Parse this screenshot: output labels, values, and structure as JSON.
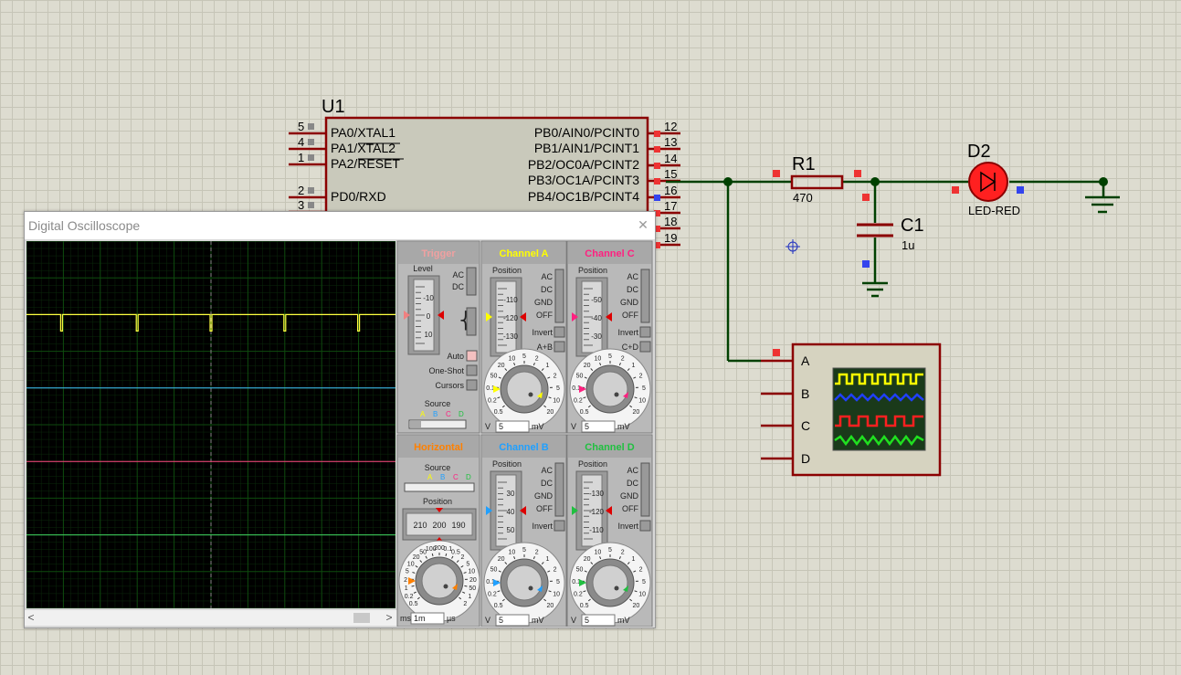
{
  "schematic": {
    "u1": {
      "ref": "U1",
      "left_pins": [
        {
          "num": "5",
          "name": "PA0/XTAL1"
        },
        {
          "num": "4",
          "name": "PA1/XTAL2"
        },
        {
          "num": "1",
          "name": "PA2/RESET"
        },
        {
          "num": "2",
          "name": "PD0/RXD"
        },
        {
          "num": "3",
          "name": ""
        }
      ],
      "right_pins": [
        {
          "num": "12",
          "name": "PB0/AIN0/PCINT0"
        },
        {
          "num": "13",
          "name": "PB1/AIN1/PCINT1"
        },
        {
          "num": "14",
          "name": "PB2/OC0A/PCINT2"
        },
        {
          "num": "15",
          "name": "PB3/OC1A/PCINT3"
        },
        {
          "num": "16",
          "name": "PB4/OC1B/PCINT4"
        },
        {
          "num": "17",
          "name": ""
        },
        {
          "num": "18",
          "name": ""
        },
        {
          "num": "19",
          "name": ""
        }
      ]
    },
    "r1": {
      "ref": "R1",
      "value": "470"
    },
    "c1": {
      "ref": "C1",
      "value": "1u"
    },
    "d2": {
      "ref": "D2",
      "value": "LED-RED"
    },
    "scope_inputs": [
      "A",
      "B",
      "C",
      "D"
    ],
    "colors": {
      "wire": "#004000",
      "component": "#8b0000",
      "led": "#ff2020"
    }
  },
  "oscilloscope": {
    "title": "Digital Oscilloscope",
    "close_icon": "close-icon",
    "trigger": {
      "header": "Trigger",
      "level_label": "Level",
      "level_ticks": [
        "-10",
        "0",
        "10"
      ],
      "ac": "AC",
      "dc": "DC",
      "auto": "Auto",
      "one_shot": "One-Shot",
      "cursors": "Cursors",
      "source_label": "Source",
      "source_letters": [
        "A",
        "B",
        "C",
        "D"
      ]
    },
    "horizontal": {
      "header": "Horizontal",
      "source_label": "Source",
      "source_letters": [
        "A",
        "B",
        "C",
        "D"
      ],
      "position_label": "Position",
      "position_ticks": [
        "210",
        "200",
        "190"
      ],
      "dial_ticks": [
        "0.5",
        "0.2",
        "1",
        "2",
        "5",
        "10",
        "20",
        "50",
        "100",
        "200",
        "0.1",
        "0.5",
        "2",
        "5",
        "10",
        "20",
        "50",
        "1",
        "2"
      ],
      "unit_left": "ms",
      "value": "1m",
      "unit_right": "µs"
    },
    "channels": [
      {
        "key": "a",
        "header": "Channel A",
        "color": "#ffff00",
        "position_label": "Position",
        "ticks": [
          "-110",
          "-120",
          "-130"
        ],
        "ac": "AC",
        "dc": "DC",
        "gnd": "GND",
        "off": "OFF",
        "invert": "Invert",
        "combo": "A+B",
        "dial_ticks": [
          "0.5",
          "0.2",
          "0.1",
          "50",
          "20",
          "10",
          "5",
          "2",
          "1",
          "2",
          "5",
          "10",
          "20"
        ],
        "unit_left": "V",
        "value": "5",
        "unit_right": "mV"
      },
      {
        "key": "c",
        "header": "Channel C",
        "color": "#ff2080",
        "position_label": "Position",
        "ticks": [
          "-50",
          "-40",
          "-30"
        ],
        "ac": "AC",
        "dc": "DC",
        "gnd": "GND",
        "off": "OFF",
        "invert": "Invert",
        "combo": "C+D",
        "dial_ticks": [
          "0.5",
          "0.2",
          "0.1",
          "50",
          "20",
          "10",
          "5",
          "2",
          "1",
          "2",
          "5",
          "10",
          "20"
        ],
        "unit_left": "V",
        "value": "5",
        "unit_right": "mV"
      },
      {
        "key": "b",
        "header": "Channel B",
        "color": "#20a0ff",
        "position_label": "Position",
        "ticks": [
          "30",
          "40",
          "50"
        ],
        "ac": "AC",
        "dc": "DC",
        "gnd": "GND",
        "off": "OFF",
        "invert": "Invert",
        "combo": "",
        "dial_ticks": [
          "0.5",
          "0.2",
          "0.1",
          "50",
          "20",
          "10",
          "5",
          "2",
          "1",
          "2",
          "5",
          "10",
          "20"
        ],
        "unit_left": "V",
        "value": "5",
        "unit_right": "mV"
      },
      {
        "key": "d",
        "header": "Channel D",
        "color": "#20c040",
        "position_label": "Position",
        "ticks": [
          "-130",
          "-120",
          "-110"
        ],
        "ac": "AC",
        "dc": "DC",
        "gnd": "GND",
        "off": "OFF",
        "invert": "Invert",
        "combo": "",
        "dial_ticks": [
          "0.5",
          "0.2",
          "0.1",
          "50",
          "20",
          "10",
          "5",
          "2",
          "1",
          "2",
          "5",
          "10",
          "20"
        ],
        "unit_left": "V",
        "value": "5",
        "unit_right": "mV"
      }
    ],
    "traces": [
      {
        "channel": "A",
        "color": "#ffff40",
        "baseline_div": 2,
        "pulse_div": [
          0.95,
          3.0,
          5.0,
          7.0,
          9.0
        ]
      },
      {
        "channel": "B",
        "color": "#40c0ff",
        "baseline_div": 4
      },
      {
        "channel": "C",
        "color": "#ff4080",
        "baseline_div": 6
      },
      {
        "channel": "D",
        "color": "#40d060",
        "baseline_div": 8
      }
    ],
    "screen_colors": {
      "background": "#000000",
      "grid": "#0e4a0e"
    }
  }
}
